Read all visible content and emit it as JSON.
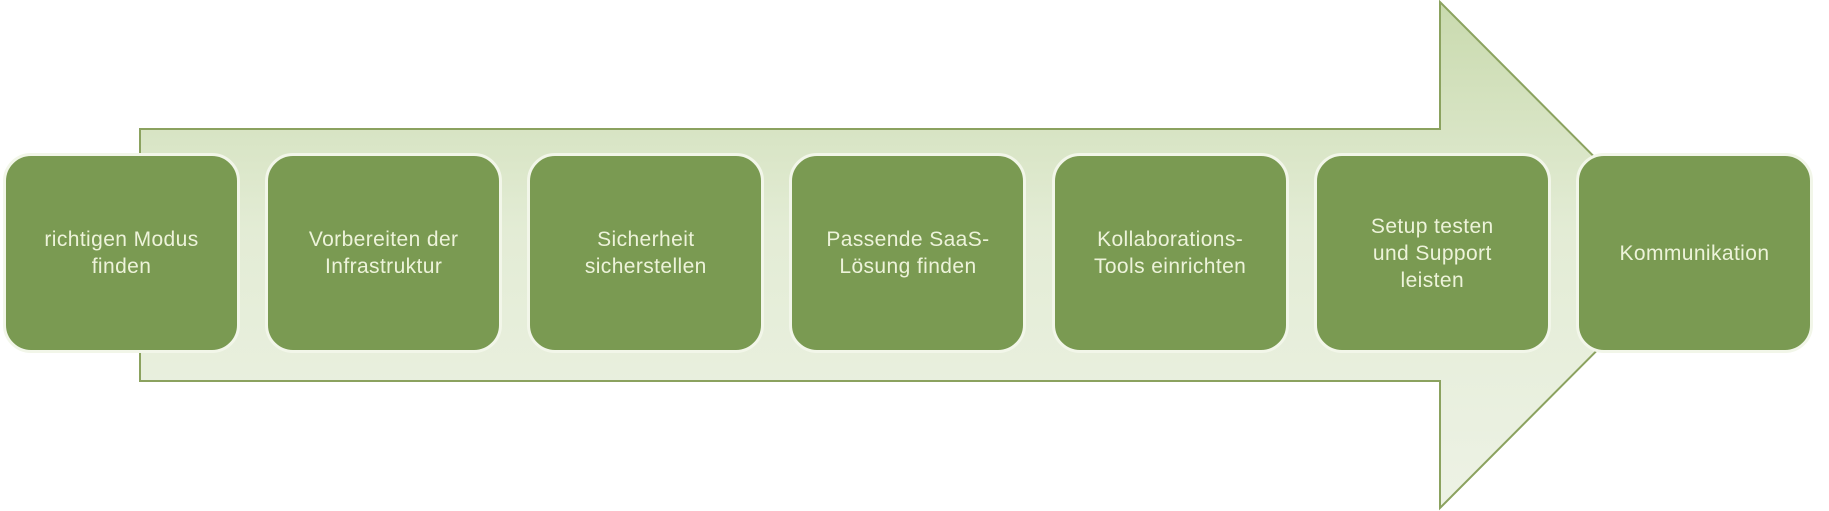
{
  "diagram": {
    "type": "process-arrow",
    "direction": "right",
    "steps": [
      {
        "label": "richtigen Modus\nfinden"
      },
      {
        "label": "Vorbereiten der\nInfrastruktur"
      },
      {
        "label": "Sicherheit\nsicherstellen"
      },
      {
        "label": "Passende SaaS-\nLösung finden"
      },
      {
        "label": "Kollaborations-\nTools einrichten"
      },
      {
        "label": "Setup testen\nund Support\nleisten"
      },
      {
        "label": "Kommunikation"
      }
    ],
    "colors": {
      "background": "#ffffff",
      "box_fill": "#7a9a52",
      "box_border": "#f2f6e9",
      "box_text": "#edf3da",
      "arrow_gradient_top": "#c9daae",
      "arrow_gradient_mid": "#e3ecd5",
      "arrow_gradient_bottom": "#edf2e5",
      "arrow_outline": "#8ba25f"
    }
  }
}
